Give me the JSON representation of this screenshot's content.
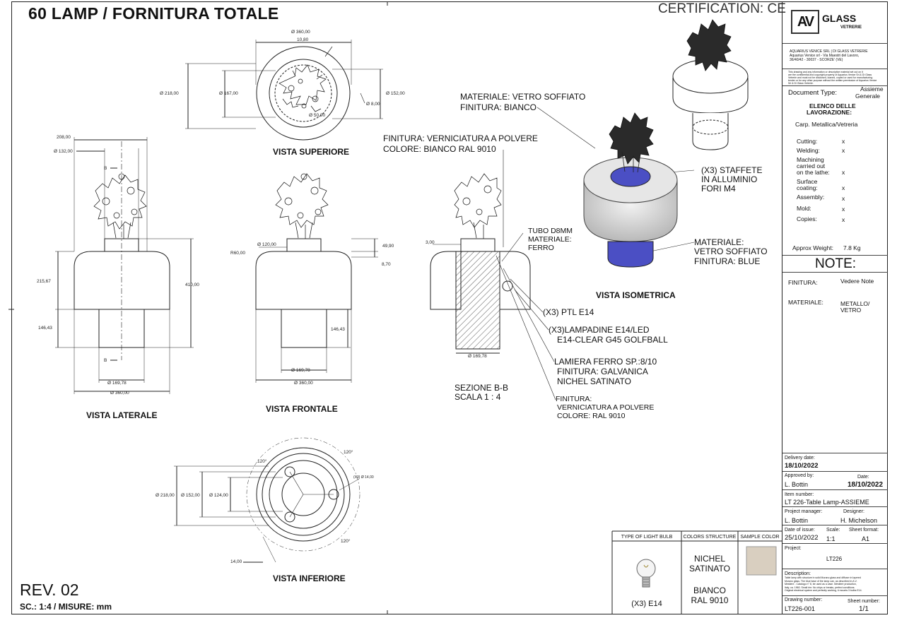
{
  "header": {
    "title": "60 LAMP / FORNITURA TOTALE",
    "certification": "CERTIFICATION: CE"
  },
  "footer": {
    "revision": "REV. 02",
    "scale": "SC.: 1:4 / MISURE: mm"
  },
  "views": {
    "superiore": "VISTA SUPERIORE",
    "laterale": "VISTA LATERALE",
    "frontale": "VISTA FRONTALE",
    "inferiore": "VISTA INFERIORE",
    "isometrica": "VISTA ISOMETRICA",
    "sezione": "SEZIONE B-B",
    "sezione_scale": "SCALA 1 : 4"
  },
  "callouts": {
    "mat_vetro_1": "MATERIALE: VETRO SOFFIATO",
    "fin_bianco": "FINITURA: BIANCO",
    "fin_polvere": "FINITURA: VERNICIATURA A POLVERE",
    "col_bianco": "COLORE: BIANCO RAL 9010",
    "tubo_1": "TUBO D8MM",
    "tubo_2": "MATERIALE:",
    "tubo_3": "FERRO",
    "staffe_1": "(X3) STAFFETE",
    "staffe_2": "IN ALLUMINIO",
    "staffe_3": "FORI M4",
    "mat_blue_1": "MATERIALE:",
    "mat_blue_2": "VETRO SOFFIATO",
    "mat_blue_3": "FINITURA: BLUE",
    "ptl": "(X3) PTL E14",
    "lamp_1": "(X3)LAMPADINE E14/LED",
    "lamp_2": "E14-CLEAR G45 GOLFBALL",
    "lam_1": "LAMIERA FERRO SP.:8/10",
    "lam_2": "FINITURA: GALVANICA",
    "lam_3": "NICHEL SATINATO",
    "vern_1": "FINITURA:",
    "vern_2": "VERNICIATURA A POLVERE",
    "vern_3": "COLORE: RAL 9010"
  },
  "dims": {
    "top_d360": "Ø 360,00",
    "top_1080": "10,80",
    "top_d218": "Ø 218,00",
    "top_d167": "Ø 167,00",
    "top_d152": "Ø 152,00",
    "top_d8": "Ø 8,00",
    "top_d50": "Ø 50,00",
    "lat_208": "208,00",
    "lat_d132": "Ø 132,00",
    "lat_b": "B",
    "lat_21567": "215,67",
    "lat_41000": "410,00",
    "lat_14643": "146,43",
    "lat_d16978": "Ø 169,78",
    "lat_d360": "Ø 360,00",
    "fr_r60": "R60,00",
    "fr_d120": "Ø 120,00",
    "fr_4990": "49,90",
    "fr_870": "8,70",
    "fr_14643": "146,43",
    "fr_d16978": "Ø 169,78",
    "fr_d360": "Ø 360,00",
    "sec_300": "3,00",
    "sec_d16978": "Ø 169,78",
    "inf_120a": "120°",
    "inf_120b": "120°",
    "inf_120c": "120°",
    "inf_d218": "Ø 218,00",
    "inf_d152": "Ø 152,00",
    "inf_d124": "Ø 124,00",
    "inf_1400": "14,00",
    "inf_x3": "(X3) Ø 14,00"
  },
  "title_block": {
    "company_1": "AQUARIUS VENICE SRL | DI GLASS VETRERIE",
    "company_2": "Aquarius Venice srl - Via Maestri del Lavoro,",
    "company_3": "36/40/42 - 30037 - SCORZE' (VE)",
    "disclaimer_1": "This drawing and any information or descriptive material set out on it",
    "disclaimer_2": "are the confidential and copyright property of Aquarius Venice Srl & Di Glass",
    "disclaimer_3": "Vetrerie and must not be disclosed, loaned, copied or used for manufacturing",
    "disclaimer_4": "tender or for any other purpose without the written permission of Aquarius Venice",
    "disclaimer_5": "Srl & Di Glass Vetrerie.",
    "doc_type_label": "Document Type:",
    "doc_type_1": "Assieme",
    "doc_type_2": "Generale",
    "elenco_1": "ELENCO DELLE",
    "elenco_2": "LAVORAZIONE:",
    "carp": "Carp. Metallica/Vetreria",
    "processes": [
      {
        "name": "Cutting:",
        "mark": "x"
      },
      {
        "name": "Welding:",
        "mark": "x"
      },
      {
        "name": "Machining",
        "name2": "carried out",
        "name3": "on the lathe:",
        "mark": "x"
      },
      {
        "name": "Surface",
        "name2": "coating:",
        "mark": "x"
      },
      {
        "name": "Assembly:",
        "mark": "x"
      },
      {
        "name": "Mold:",
        "mark": "x"
      },
      {
        "name": "Copies:",
        "mark": "x"
      }
    ],
    "weight_label": "Approx Weight:",
    "weight": "7.8 Kg",
    "note_title": "NOTE:",
    "finitura_label": "FINITURA:",
    "finitura_value": "Vedere Note",
    "materiale_label": "MATERIALE:",
    "materiale_value_1": "METALLO/",
    "materiale_value_2": "VETRO",
    "delivery_label": "Delivery date:",
    "delivery": "18/10/2022",
    "approved_label": "Approved by:",
    "approved": "L. Bottin",
    "date_label": "Date:",
    "date": "18/10/2022",
    "item_label": "Item number:",
    "item": "LT 226-Table Lamp-ASSIEME",
    "pm_label": "Project manager:",
    "pm": "L. Bottin",
    "designer_label": "Designer:",
    "designer": "H. Michelson",
    "issue_label": "Date of issue:",
    "issue": "25/10/2022",
    "scale_label": "Scale:",
    "scale": "1:1",
    "format_label": "Sheet format:",
    "format": "A1",
    "project_label": "Project:",
    "project": "LT226",
    "desc_label": "Description:",
    "desc_1": "Table lamp with structure in solid Murano glass and diffuser in layered",
    "desc_2": "Murano glass. The blue base of the lamp can, as described in A.V.",
    "desc_3": "Mestiere - Catalogo n° 8, be used as a vase. Mestiere production,",
    "desc_4": "Italy, ca. 1960. Small rim: No chips or breaks, perfect conditions.",
    "desc_5": "Original electrical system and perfectly working, it mounts 3 bulbs E14.",
    "drawing_label": "Drawing number:",
    "drawing": "LT226-001",
    "sheet_label": "Sheet number:",
    "sheet": "1/1",
    "logo_a": "AV",
    "logo_b": "GLASS",
    "logo_c": "VETRERIE"
  },
  "bottom": {
    "bulb_h": "TYPE OF LIGHT BULB",
    "bulb": "(X3) E14",
    "struct_h": "COLORS STRUCTURE",
    "struct_1": "NICHEL",
    "struct_2": "SATINATO",
    "struct_3": "BIANCO",
    "struct_4": "RAL 9010",
    "sample_h": "SAMPLE COLOR"
  },
  "colors": {
    "line": "#222222",
    "shade": "#d6d6d6",
    "blue": "#4b4fc4",
    "sample": "#d9cfc0"
  }
}
